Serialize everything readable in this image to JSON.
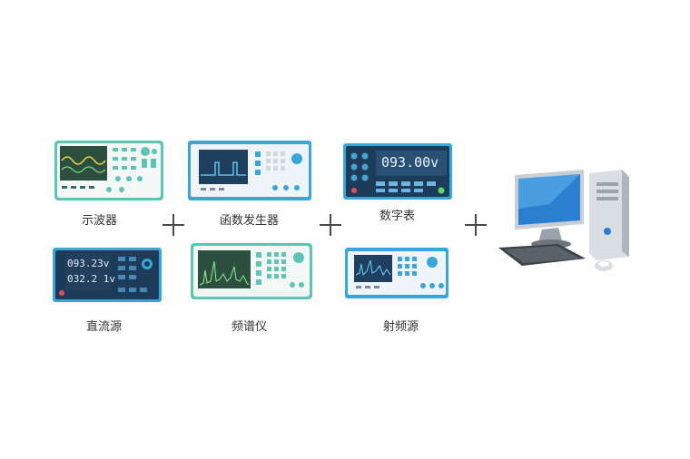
{
  "instruments": {
    "oscilloscope": {
      "label": "示波器"
    },
    "function_generator": {
      "label": "函数发生器"
    },
    "digital_meter": {
      "label": "数字表",
      "reading": "093.00v"
    },
    "dc_source": {
      "label": "直流源",
      "reading_1": "093.23v",
      "reading_2": "032.2 1v"
    },
    "spectrum_analyzer": {
      "label": "频谱仪"
    },
    "rf_source": {
      "label": "射频源"
    }
  },
  "colors": {
    "teal_frame": "#5fc4b4",
    "blue_frame": "#3aa6d8",
    "screen_dark": "#1e3f5e",
    "trace_yellow": "#e8d44a"
  }
}
